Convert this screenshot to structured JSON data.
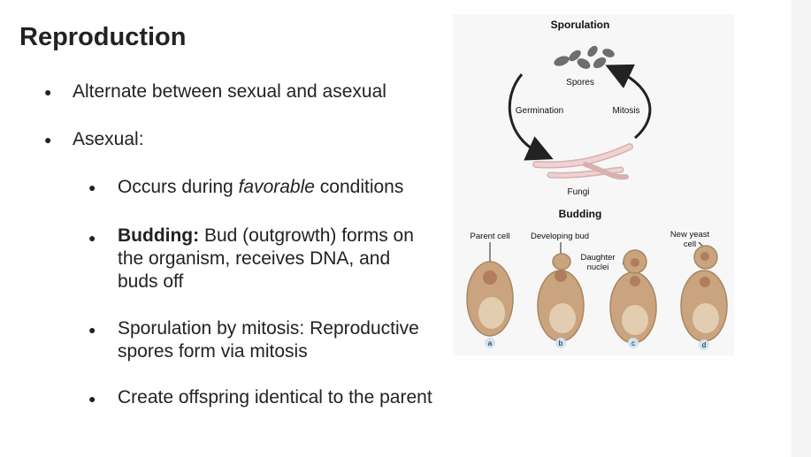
{
  "slide": {
    "title": "Reproduction",
    "bullets": [
      {
        "text": "Alternate between sexual and asexual"
      },
      {
        "text": "Asexual:"
      },
      {
        "text_before": "Occurs during ",
        "italic": "favorable",
        "text_after": " conditions"
      },
      {
        "bold": "Budding:",
        "text_line1": " Bud (outgrowth) forms on",
        "text_line2": "the organism, receives DNA, and",
        "text_line3": "buds off"
      },
      {
        "line1": "Sporulation by mitosis: Reproductive",
        "line2": "spores form via mitosis"
      },
      {
        "text": "Create offspring identical to the parent"
      }
    ]
  },
  "figure": {
    "sporulation_title": "Sporulation",
    "spores_label": "Spores",
    "germination_label": "Germination",
    "mitosis_label": "Mitosis",
    "fungi_label": "Fungi",
    "budding_title": "Budding",
    "parent_cell_label": "Parent cell",
    "developing_bud_label": "Developing bud",
    "daughter_nuclei_line1": "Daughter",
    "daughter_nuclei_line2": "nuclei",
    "new_yeast_line1": "New yeast",
    "new_yeast_line2": "cell",
    "stage_labels": [
      "a",
      "b",
      "c",
      "d"
    ],
    "colors": {
      "cell_fill": "#c9a47e",
      "cell_stroke": "#a88762",
      "nucleus": "#b07e5c",
      "vacuole": "#e3cdb0",
      "spore": "#6e6e6e",
      "hypha": "#e8c7c7",
      "label_circle": "#cfe3f1"
    }
  }
}
